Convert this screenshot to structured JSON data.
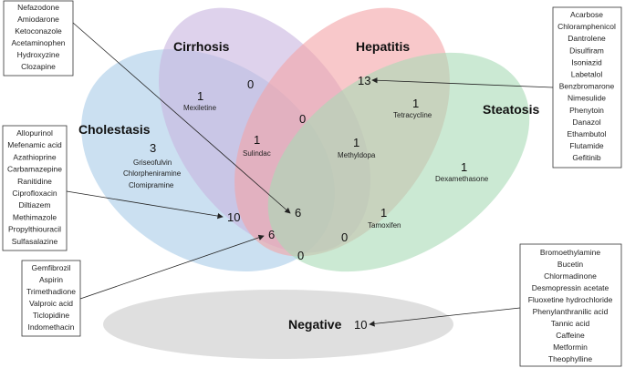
{
  "sets": {
    "cirrhosis": "Cirrhosis",
    "hepatitis": "Hepatitis",
    "cholestasis": "Cholestasis",
    "steatosis": "Steatosis",
    "negative": "Negative"
  },
  "colors": {
    "cholestasis": "#a9cbe8",
    "cirrhosis": "#c8b4e0",
    "hepatitis": "#f4a3a6",
    "steatosis": "#a8dbb6",
    "negative": "#d9d9d9"
  },
  "regions": {
    "cirrhosis_only": {
      "count": "0"
    },
    "hepatitis_only": {
      "count": "13"
    },
    "cholestasis_only": {
      "count": "3",
      "drugs": [
        "Griseofulvin",
        "Chlorpheniramine",
        "Clomipramine"
      ]
    },
    "steatosis_only": {
      "count": "1",
      "drugs": [
        "Dexamethasone"
      ]
    },
    "cirr_chol": {
      "count": "1",
      "drugs": [
        "Mexiletine"
      ]
    },
    "cirr_hep": {
      "count": "0"
    },
    "hep_ste": {
      "count": "1",
      "drugs": [
        "Tetracycline"
      ]
    },
    "cirr_chol_hep": {
      "count": "1",
      "drugs": [
        "Sulindac"
      ]
    },
    "cirr_hep_ste": {
      "count": "1",
      "drugs": [
        "Methyldopa"
      ]
    },
    "all_four": {
      "count": "6"
    },
    "chol_hep": {
      "count": "10"
    },
    "chol_hep_ste": {
      "count": "1",
      "drugs": [
        "Tamoxifen"
      ]
    },
    "chol_ste": {
      "count": "6"
    },
    "cirr_chol_ste": {
      "count": "0"
    },
    "cirr_ste": {
      "count": "0"
    },
    "negative": {
      "count": "10"
    }
  },
  "boxes": {
    "all_four": [
      "Nefazodone",
      "Amiodarone",
      "Ketoconazole",
      "Acetaminophen",
      "Hydroxyzine",
      "Clozapine"
    ],
    "chol_hep": [
      "Allopurinol",
      "Mefenamic acid",
      "Azathioprine",
      "Carbamazepine",
      "Ranitidine",
      "Ciprofloxacin",
      "Diltiazem",
      "Methimazole",
      "Propylthiouracil",
      "Sulfasalazine"
    ],
    "chol_ste": [
      "Gemfibrozil",
      "Aspirin",
      "Trimethadione",
      "Valproic acid",
      "Ticlopidine",
      "Indomethacin"
    ],
    "hepatitis_only": [
      "Acarbose",
      "Chloramphenicol",
      "Dantrolene",
      "Disulfiram",
      "Isoniazid",
      "Labetalol",
      "Benzbromarone",
      "Nimesulide",
      "Phenytoin",
      "Danazol",
      "Ethambutol",
      "Flutamide",
      "Gefitinib"
    ],
    "negative": [
      "Bromoethylamine",
      "Bucetin",
      "Chlormadinone",
      "Desmopressin acetate",
      "Fluoxetine hydrochloride",
      "Phenylanthranilic acid",
      "Tannic acid",
      "Caffeine",
      "Metformin",
      "Theophylline"
    ]
  }
}
